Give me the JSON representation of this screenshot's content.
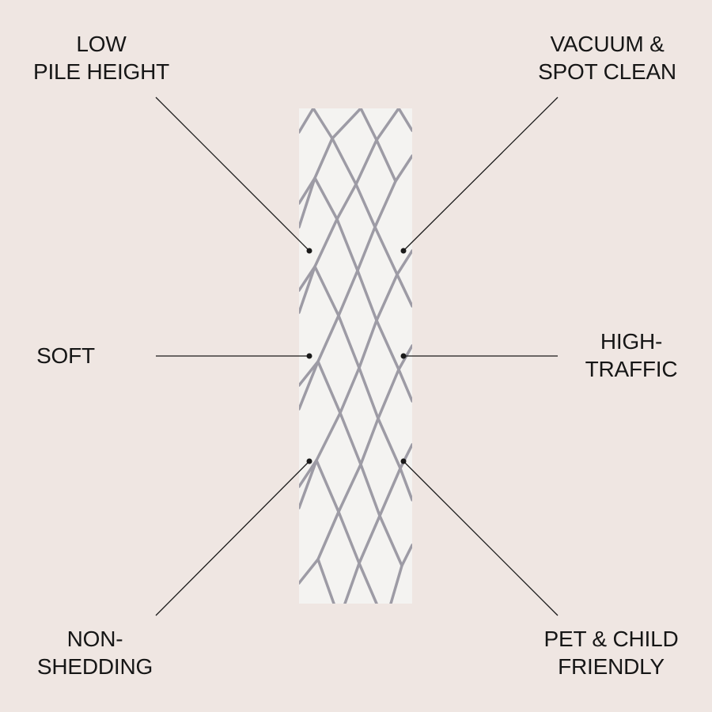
{
  "colors": {
    "background": "#EFE6E2",
    "rug_base": "#F4F3F1",
    "rug_pattern": "#8E8C98",
    "text": "#161616",
    "callout_line": "#1A1A1A"
  },
  "features": {
    "top_left": {
      "line1": "LOW",
      "line2": "PILE HEIGHT"
    },
    "top_right": {
      "line1": "VACUUM &",
      "line2": "SPOT CLEAN"
    },
    "mid_left": {
      "line1": "SOFT"
    },
    "mid_right": {
      "line1": "HIGH-",
      "line2": "TRAFFIC"
    },
    "bottom_left": {
      "line1": "NON-",
      "line2": "SHEDDING"
    },
    "bottom_right": {
      "line1": "PET & CHILD",
      "line2": "FRIENDLY"
    }
  }
}
